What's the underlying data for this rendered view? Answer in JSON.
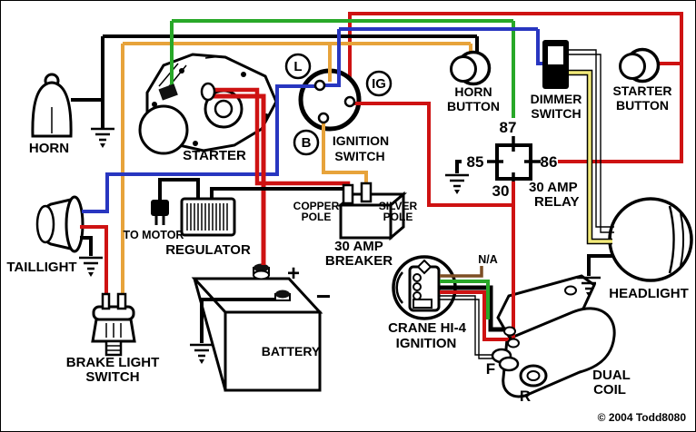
{
  "wire_colors": {
    "red": "#ce1212",
    "green": "#28a828",
    "blue": "#2836c0",
    "orange": "#e7a33b",
    "yellow": "#f2ea79",
    "black": "#000000",
    "brown": "#7d4e24",
    "white": "#ffffff"
  },
  "components": {
    "horn": {
      "label": "HORN"
    },
    "starter": {
      "label": "STARTER"
    },
    "ignition_switch": {
      "label": [
        "IGNITION",
        "SWITCH"
      ],
      "terminals": {
        "l": "L",
        "ig": "IG",
        "b": "B"
      }
    },
    "horn_button": {
      "label": [
        "HORN",
        "BUTTON"
      ]
    },
    "dimmer_switch": {
      "label": [
        "DIMMER",
        "SWITCH"
      ]
    },
    "starter_button": {
      "label": [
        "STARTER",
        "BUTTON"
      ]
    },
    "relay": {
      "label": [
        "30 AMP",
        "RELAY"
      ],
      "terminals": {
        "t87": "87",
        "t85": "85",
        "t86": "86",
        "t30": "30"
      }
    },
    "breaker": {
      "label": [
        "30 AMP",
        "BREAKER"
      ],
      "copper_pole": [
        "COPPER",
        "POLE"
      ],
      "silver_pole": [
        "SILVER",
        "POLE"
      ]
    },
    "regulator": {
      "label": "REGULATOR",
      "to_motor": "TO MOTOR"
    },
    "taillight": {
      "label": "TAILLIGHT"
    },
    "brake_light_switch": {
      "label": [
        "BRAKE LIGHT",
        "SWITCH"
      ]
    },
    "battery": {
      "label": "BATTERY",
      "positive": "+",
      "negative": "−"
    },
    "crane_ignition": {
      "label": [
        "CRANE HI-4",
        "IGNITION"
      ],
      "na": "N/A"
    },
    "dual_coil": {
      "label": [
        "DUAL",
        "COIL"
      ],
      "front": "F",
      "rear": "R"
    },
    "headlight": {
      "label": "HEADLIGHT"
    }
  },
  "footer": {
    "copyright": "© 2004 Todd8080"
  }
}
